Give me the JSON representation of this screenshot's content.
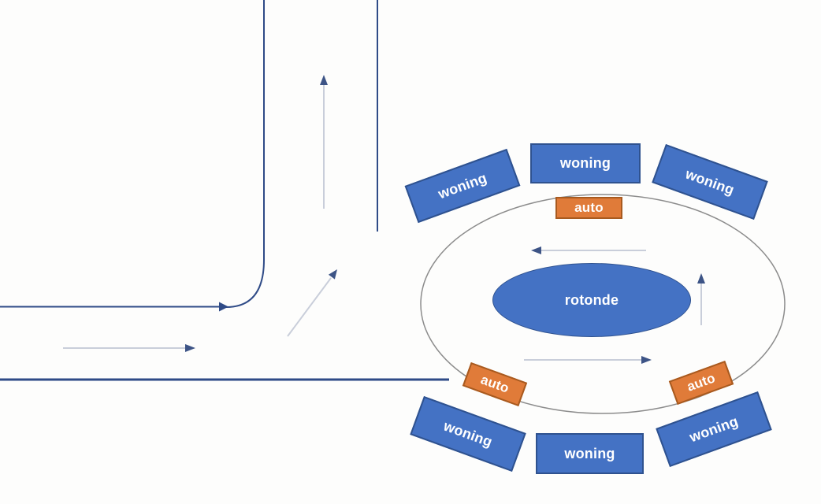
{
  "diagram": {
    "roundabout": {
      "label": "rotonde"
    },
    "houses": [
      {
        "position": "top-left",
        "label": "woning"
      },
      {
        "position": "top-center",
        "label": "woning"
      },
      {
        "position": "top-right",
        "label": "woning"
      },
      {
        "position": "bottom-left",
        "label": "woning"
      },
      {
        "position": "bottom-center",
        "label": "woning"
      },
      {
        "position": "bottom-right",
        "label": "woning"
      }
    ],
    "cars": [
      {
        "position": "top",
        "label": "auto"
      },
      {
        "position": "bottom-left",
        "label": "auto"
      },
      {
        "position": "bottom-right",
        "label": "auto"
      }
    ]
  },
  "colors": {
    "house_fill": "#4472C4",
    "house_border": "#2F528F",
    "car_fill": "#E07B39",
    "car_border": "#A85A1F",
    "roundabout_fill": "#4472C4",
    "roundabout_border": "#2F528F",
    "road_line": "#2F4B87",
    "ring_line": "#8C8C8C",
    "arrow_shaft": "#C9CEDA",
    "arrow_head": "#3D5486",
    "label_text": "#FFFFFF"
  }
}
